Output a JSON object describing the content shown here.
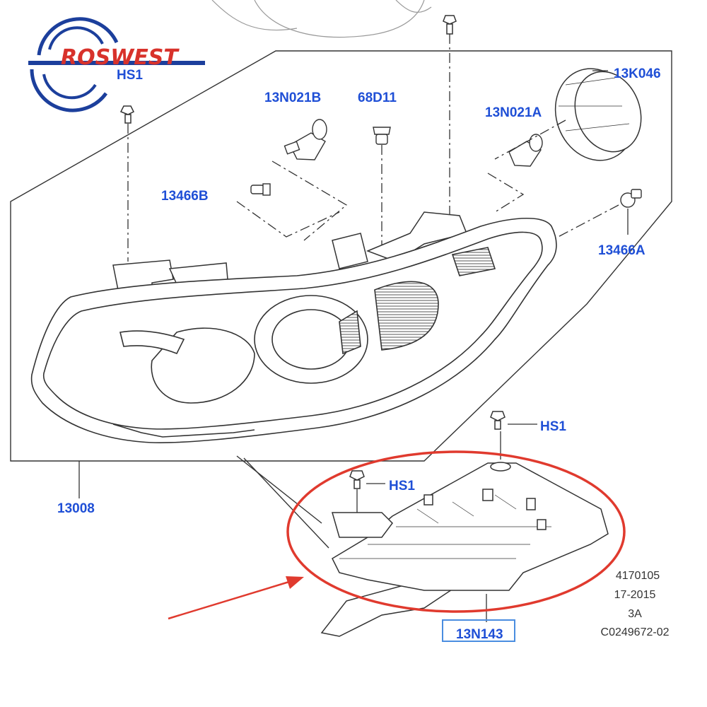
{
  "logo": {
    "text": "ROSWEST"
  },
  "colors": {
    "label_blue": "#1f4fd6",
    "line": "#333333",
    "highlight_red": "#e03a2e",
    "logo_blue": "#1c3f9c",
    "logo_red": "#d8322b",
    "box_blue": "#4a8de0"
  },
  "labels": {
    "hs1_top": "HS1",
    "b13n021b": "13N021B",
    "d68d11": "68D11",
    "b13n021a": "13N021A",
    "k13k046": "13K046",
    "b13466b": "13466B",
    "b13466a": "13466A",
    "p13008": "13008",
    "hs1_right": "HS1",
    "hs1_mid": "HS1",
    "p13n143": "13N143"
  },
  "ref": {
    "line1": "4170105",
    "line2": "17-2015",
    "line3": "3A",
    "line4": "C0249672-02"
  }
}
